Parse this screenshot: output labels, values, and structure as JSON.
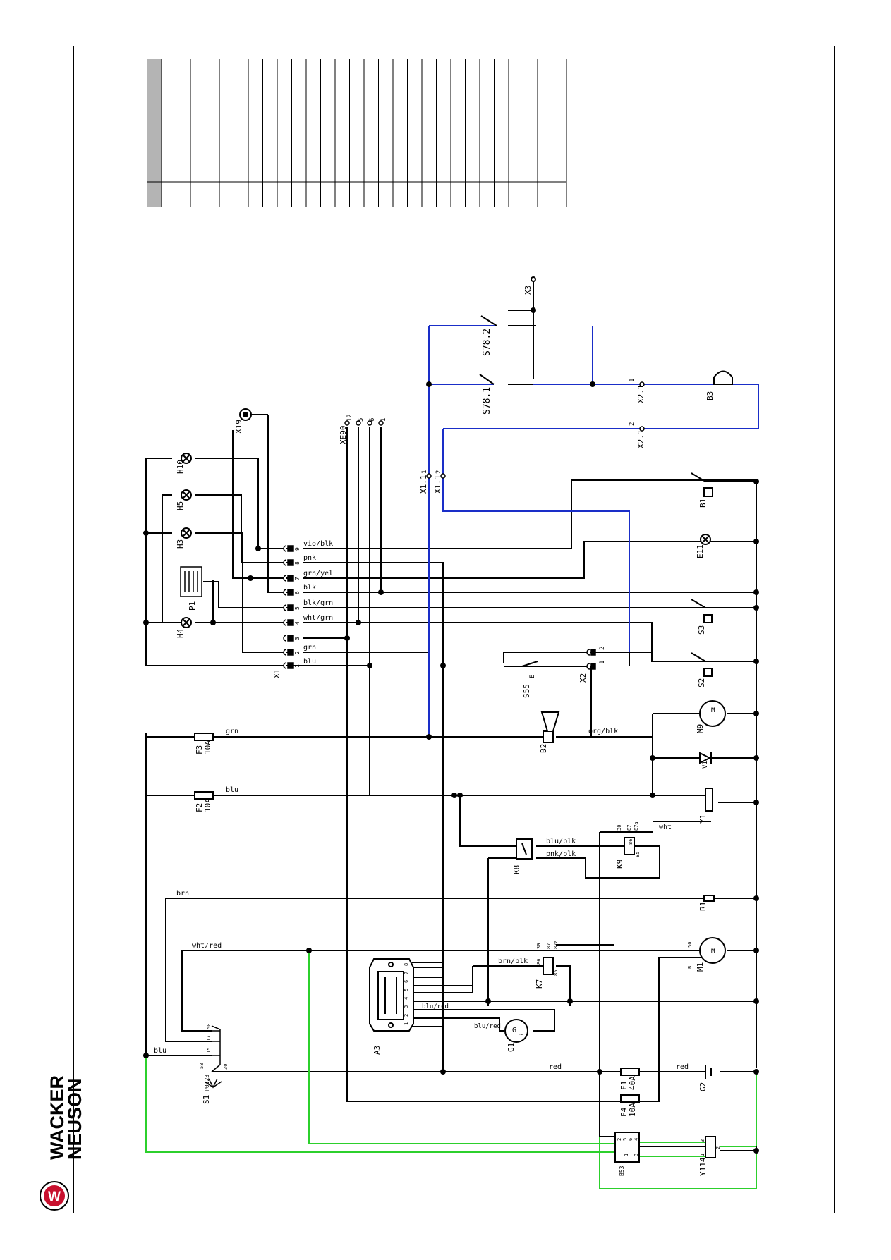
{
  "brand": {
    "line1": "WACKER",
    "line2": "NEUSON",
    "color": "#111111",
    "logo_bg": "#c8102e"
  },
  "colors": {
    "wire": "#000000",
    "blue_wire": "#1a2ec8",
    "green_wire": "#2cd02c",
    "title_block_grey": "#b4b4b4"
  },
  "components": {
    "h10": "H10",
    "h5": "H5",
    "h3": "H3",
    "h4": "H4",
    "p1": "P1",
    "x19": "X19",
    "xe90": "XE90",
    "xe90_pin_12": "12",
    "xe90_pin_5": "5",
    "xe90_pin_6": "6",
    "xe90_pin_1": "1",
    "x1": "X1",
    "x1_pins": [
      "9",
      "8",
      "7",
      "6",
      "5",
      "4",
      "3",
      "2",
      "1"
    ],
    "x11_1": "X1.1",
    "x11_1_pin": "1",
    "x11_2": "X1.1",
    "x11_2_pin": "2",
    "x21_1": "X2.1",
    "x21_1_pin": "1",
    "x21_2": "X2.1",
    "x21_2_pin": "2",
    "x3": "X3",
    "s78_2": "S78.2",
    "s78_1": "S78.1",
    "b3": "B3",
    "b1": "B1",
    "e11": "E11",
    "s3": "S3",
    "s2": "S2",
    "s55": "S55",
    "s55_e": "E",
    "x2": "X2",
    "x2_pin_2": "2",
    "x2_pin_1": "1",
    "b2": "B2",
    "m9": "M9",
    "v1": "V1",
    "y1": "Y1",
    "f3": "F3",
    "f3_rating": "10A",
    "f2": "F2",
    "f2_rating": "10A",
    "k8": "K8",
    "k9": "K9",
    "r1": "R1",
    "m1": "M1",
    "k7": "K7",
    "a3": "A3",
    "g1": "G1",
    "s1": "S1",
    "s1_code": "P0123",
    "f1": "F1",
    "f1_rating": "40A",
    "f4": "F4",
    "f4_rating": "10A",
    "g2": "G2",
    "y114": "Y114",
    "b53": "B53"
  },
  "wire_labels": {
    "vio_blk": "vio/blk",
    "pnk": "pnk",
    "grn_yel": "grn/yel",
    "blk": "blk",
    "blk_grn": "blk/grn",
    "wht_grn": "wht/grn",
    "grn_x1": "grn",
    "blu_x1": "blu",
    "grn_f3": "grn",
    "blu_f2": "blu",
    "org_blk": "org/blk",
    "wht": "wht",
    "blu_blk": "blu/blk",
    "pnk_blk": "pnk/blk",
    "brn": "brn",
    "wht_red": "wht/red",
    "brn_blk": "brn/blk",
    "blu_red_a3": "blu/red",
    "blu_red_g1": "blu/red",
    "blu_s1": "blu",
    "red_left": "red",
    "red_right": "red"
  },
  "terminals": {
    "k9": [
      "30",
      "87",
      "87a",
      "86",
      "85"
    ],
    "k7": [
      "30",
      "87",
      "87a",
      "86",
      "85"
    ],
    "m9_pin": "M",
    "m1_pins": [
      "50",
      "M",
      "B"
    ],
    "s1_pins": [
      "50",
      "17",
      "15",
      "30",
      "58"
    ],
    "a3_pins": [
      "8",
      "7",
      "6",
      "5",
      "4",
      "3",
      "2",
      "1"
    ],
    "b53_pins": [
      "2",
      "5",
      "6",
      "4",
      "1",
      "3"
    ],
    "y114_pins": [
      "3",
      "1",
      "2"
    ],
    "g1_symbol": "G",
    "g1_sub": "~"
  }
}
